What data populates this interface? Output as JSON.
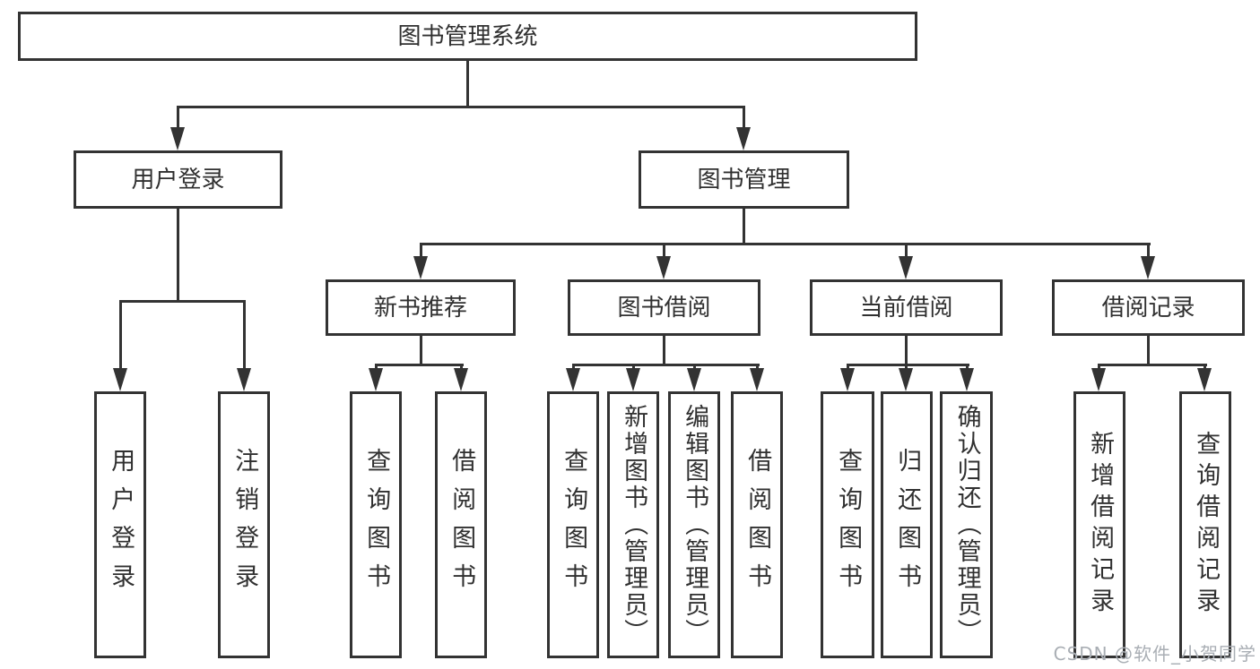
{
  "title": "图书管理系统",
  "colors": {
    "line": "#333333",
    "text": "#303030",
    "background": "#ffffff",
    "watermark": "#a9aeb4"
  },
  "nodes": {
    "root": "图书管理系统",
    "level2": [
      "用户登录",
      "图书管理"
    ],
    "level3": [
      "新书推荐",
      "图书借阅",
      "当前借阅",
      "借阅记录"
    ],
    "leaves": {
      "user_login": [
        "用户登录",
        "注销登录"
      ],
      "new_book_rec": [
        "查询图书",
        "借阅图书"
      ],
      "book_borrow": [
        "查询图书",
        "新增图书（管理员）",
        "编辑图书（管理员）",
        "借阅图书"
      ],
      "current_borrow": [
        "查询图书",
        "归还图书",
        "确认归还（管理员）"
      ],
      "borrow_record": [
        "新增借阅记录",
        "查询借阅记录"
      ]
    }
  },
  "watermark": "CSDN @软件_小贺同学"
}
